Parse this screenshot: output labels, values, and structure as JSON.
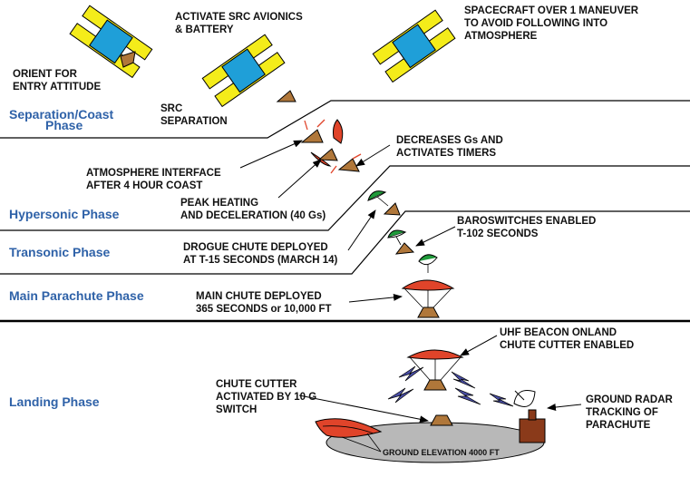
{
  "phases": {
    "separation_coast_1": "Separation/Coast",
    "separation_coast_2": "Phase",
    "hypersonic": "Hypersonic Phase",
    "transonic": "Transonic Phase",
    "main_parachute": "Main Parachute Phase",
    "landing": "Landing Phase"
  },
  "notes": {
    "orient_1": "ORIENT FOR",
    "orient_2": "ENTRY ATTITUDE",
    "activate_1": "ACTIVATE SRC AVIONICS",
    "activate_2": "& BATTERY",
    "spacecraft_1": "SPACECRAFT OVER 1 MANEUVER",
    "spacecraft_2": "TO AVOID FOLLOWING INTO",
    "spacecraft_3": "ATMOSPHERE",
    "src_sep_1": "SRC",
    "src_sep_2": "SEPARATION",
    "decreases_1": "DECREASES Gs AND",
    "decreases_2": "ACTIVATES TIMERS",
    "atmosphere_1": "ATMOSPHERE INTERFACE",
    "atmosphere_2": "AFTER 4 HOUR COAST",
    "peak_1": "PEAK HEATING",
    "peak_2": "AND DECELERATION (40 Gs)",
    "baro_1": "BAROSWITCHES ENABLED",
    "baro_2": "T-102 SECONDS",
    "drogue_1": "DROGUE CHUTE DEPLOYED",
    "drogue_2": "AT T-15 SECONDS (MARCH 14)",
    "main_1": "MAIN CHUTE DEPLOYED",
    "main_2": "365 SECONDS or 10,000 FT",
    "uhf_1": "UHF BEACON ONLAND",
    "uhf_2": "CHUTE CUTTER ENABLED",
    "cutter_1": "CHUTE CUTTER",
    "cutter_2": "ACTIVATED BY 10 G",
    "cutter_3": "SWITCH",
    "radar_1": "GROUND RADAR",
    "radar_2": "TRACKING OF",
    "radar_3": "PARACHUTE",
    "ground": "GROUND ELEVATION 4000 FT"
  },
  "colors": {
    "phase_text": "#2f62a8",
    "panel_yellow": "#f4ec1a",
    "body_blue": "#1f9fd8",
    "capsule_brown": "#b0773a",
    "chute_red": "#e0442a",
    "drogue_green": "#1f9a3a",
    "beacon_purple": "#4a4fa8",
    "ground_gray": "#b8b8b8"
  }
}
